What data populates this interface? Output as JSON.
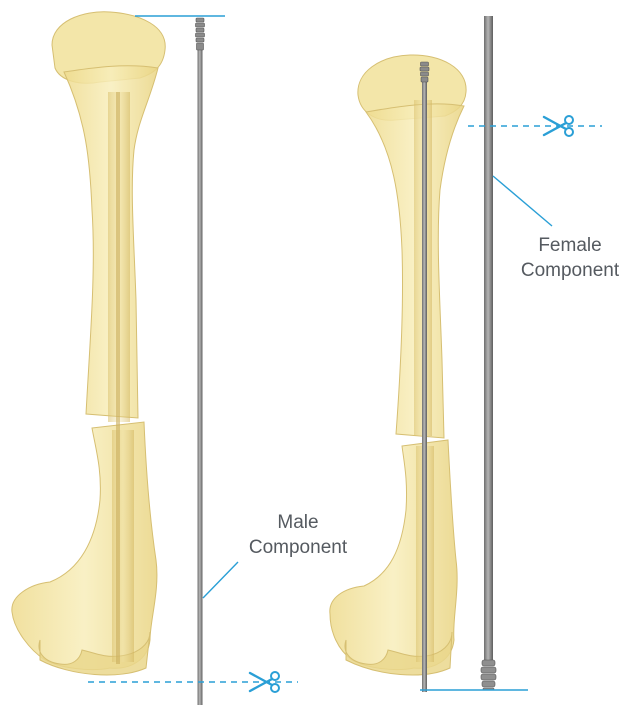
{
  "labels": {
    "male": {
      "line1": "Male",
      "line2": "Component"
    },
    "female": {
      "line1": "Female",
      "line2": "Component"
    }
  },
  "icons": {
    "cut_marker": "scissors-icon"
  },
  "colors": {
    "bone_fill": "#f3e6a0",
    "bone_fill_dark": "#e5cf7a",
    "bone_edge": "#d8c27a",
    "rod": "#7c7c7c",
    "rod_highlight": "#a8a8a8",
    "accent": "#2a9fd6",
    "label_text": "#555a60"
  }
}
